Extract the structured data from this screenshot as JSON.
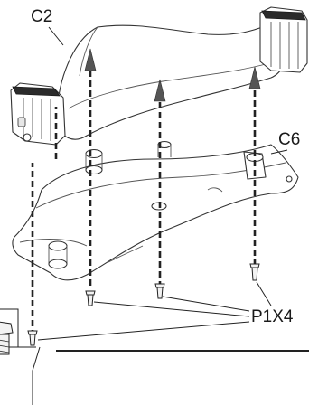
{
  "labels": {
    "cover_part": "C2",
    "base_part": "C6",
    "screw_part": "P1X4"
  }
}
